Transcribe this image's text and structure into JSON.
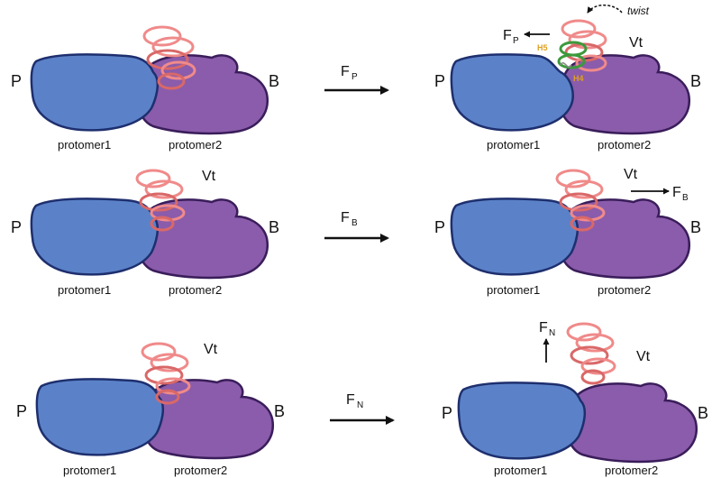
{
  "labels": {
    "protomer1": "protomer1",
    "protomer2": "protomer2",
    "P": "P",
    "B": "B",
    "Vt": "Vt",
    "F": "F",
    "sub_P": "P",
    "sub_B": "B",
    "sub_N": "N",
    "twist": "twist",
    "H5": "H5",
    "H4": "H4"
  },
  "colors": {
    "protomer1_fill": "#5b82c8",
    "protomer1_stroke": "#1e2f6e",
    "protomer2_fill": "#8a5cab",
    "protomer2_stroke": "#3a1d5a",
    "helix": "#f08a8a",
    "helix_dark": "#d96868",
    "helix_green": "#3c9a3c",
    "arrow": "#111111"
  },
  "icons": [
    "vinculin-tail-helix-bundle",
    "force-arrow",
    "twist-arrow"
  ]
}
